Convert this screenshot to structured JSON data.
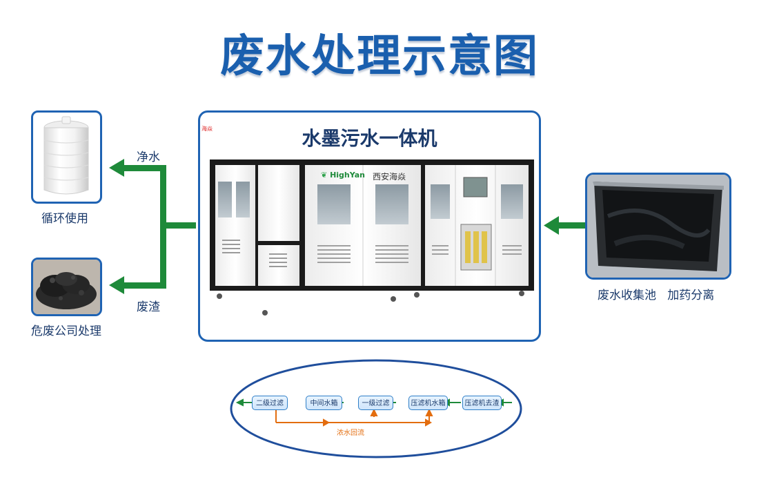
{
  "title": "废水处理示意图",
  "main_box": {
    "title": "水墨污水一体机",
    "small_mark": "海焱",
    "machine": {
      "brand": "HighYan",
      "company": "西安海焱"
    }
  },
  "outputs": {
    "clean_water_label": "净水",
    "recycle_label": "循环使用",
    "residue_label": "废渣",
    "hazard_label": "危废公司处理"
  },
  "input": {
    "pool_label": "废水收集池   加药分离"
  },
  "flow": {
    "nodes": [
      "二级过滤",
      "中间水箱",
      "一级过滤",
      "压滤机水箱",
      "压滤机去渣"
    ],
    "return_label": "浓水回流"
  },
  "colors": {
    "title": "#1a5fae",
    "frame": "#1f63b3",
    "arrow_green": "#1e8a3a",
    "flow_orange": "#e36d0f"
  }
}
